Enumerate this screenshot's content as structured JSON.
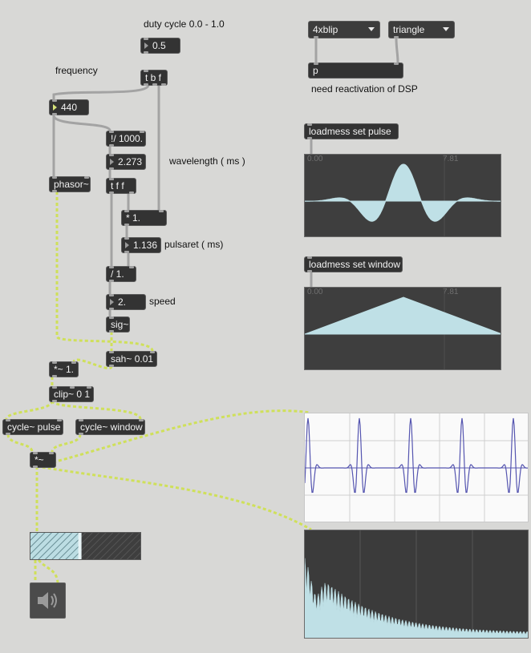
{
  "comments": {
    "duty_cycle": "duty cycle 0.0 - 1.0",
    "frequency": "frequency",
    "wavelength": "wavelength ( ms )",
    "pulsaret": "pulsaret ( ms)",
    "speed": "speed",
    "need_reactivation": "need reactivation of DSP"
  },
  "numbers": {
    "duty_value": "0.5",
    "freq_value": "440",
    "wavelength_value": "2.273",
    "pulsaret_value": "1.136",
    "speed_value": "2."
  },
  "objects": {
    "tbf": "t b f",
    "rdiv": "!/ 1000.",
    "tff": "t f f",
    "phasor": "phasor~",
    "mul1": "* 1.",
    "div1": "/ 1.",
    "sig": "sig~",
    "sah": "sah~ 0.01",
    "sigmul": "*~ 1.",
    "clip": "clip~ 0 1",
    "cycle_pulse": "cycle~ pulse",
    "cycle_window": "cycle~ window",
    "out_mul": "*~",
    "p": "p",
    "loadmess_pulse": "loadmess set pulse",
    "loadmess_window": "loadmess set window"
  },
  "menus": {
    "pulse_shape": "4xblip",
    "window_shape": "triangle"
  },
  "buffers": {
    "pulse_axis_start": "0.00",
    "pulse_axis_end": "7.81",
    "window_axis_start": "0.00",
    "window_axis_end": "7.81"
  },
  "gain": {
    "level": 0.45
  },
  "colors": {
    "background": "#d8d8d6",
    "object": "#333333",
    "signal_cord": "#cfe05a",
    "control_cord": "#a0a0a0",
    "buffer_fill": "#bfe0e6",
    "scope_line": "#5555b0",
    "spectrum_fill": "#bfe0e6"
  },
  "icons": {
    "dac": "speaker-icon"
  }
}
